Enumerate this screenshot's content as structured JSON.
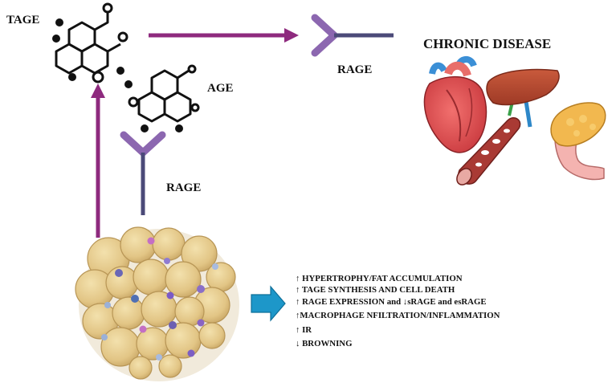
{
  "labels": {
    "tage": "TAGE",
    "age": "AGE",
    "rage_top": "RAGE",
    "rage_left": "RAGE",
    "chronic_disease": "CHRONIC DISEASE"
  },
  "effects": [
    "↑ HYPERTROPHY/FAT ACCUMULATION",
    "↑ TAGE SYNTHESIS AND CELL DEATH",
    "↑ RAGE EXPRESSION and ↓sRAGE and esRAGE",
    "↑MACROPHAGE NFILTRATION/INFLAMMATION",
    "↑ IR",
    "↓ BROWNING"
  ],
  "colors": {
    "arrow_purple": "#8e2a7e",
    "receptor_purple": "#8c67b0",
    "receptor_stem": "#4b4a78",
    "blue_arrow": "#1d97c9",
    "adipocyte": "#e6cc8f"
  },
  "icons": [
    "tage-molecule-icon",
    "age-molecule-icon",
    "rage-receptor-icon",
    "heart-icon",
    "liver-icon",
    "blood-vessel-icon",
    "pancreas-icon",
    "adipose-tissue-icon"
  ]
}
